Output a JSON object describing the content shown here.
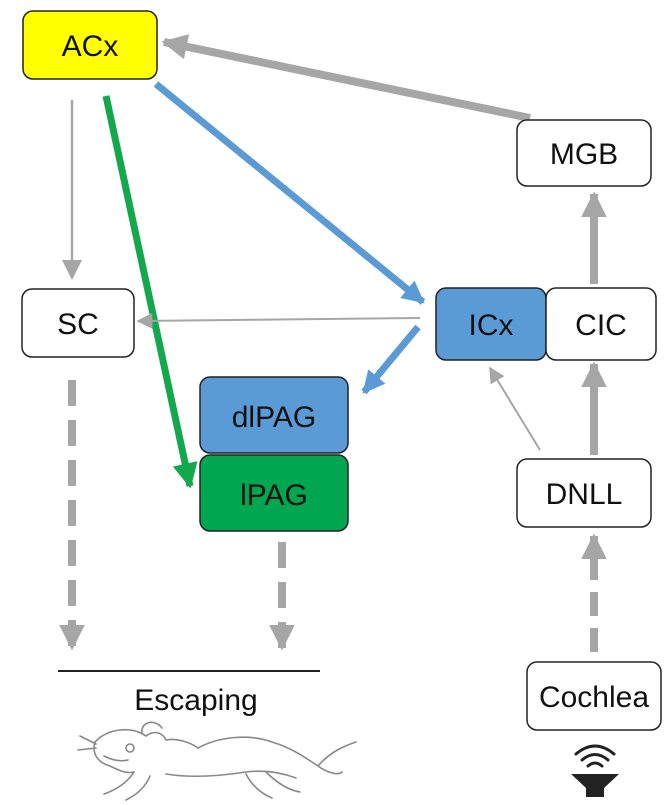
{
  "nodes": {
    "acx": "ACx",
    "mgb": "MGB",
    "sc": "SC",
    "icx": "ICx",
    "cic": "CIC",
    "dlpag": "dlPAG",
    "lpag": "lPAG",
    "dnll": "DNLL",
    "cochlea": "Cochlea"
  },
  "caption": "Escaping",
  "colors": {
    "acx_fill": "#ffff00",
    "blue_fill": "#5b9bd5",
    "green_fill": "#00a650",
    "gray_arrow": "#a6a6a6",
    "blue_arrow": "#5b9bd5",
    "green_arrow": "#12a84b"
  },
  "icons": {
    "mouse": "mouse-escaping-icon",
    "sound": "sound-source-icon"
  }
}
